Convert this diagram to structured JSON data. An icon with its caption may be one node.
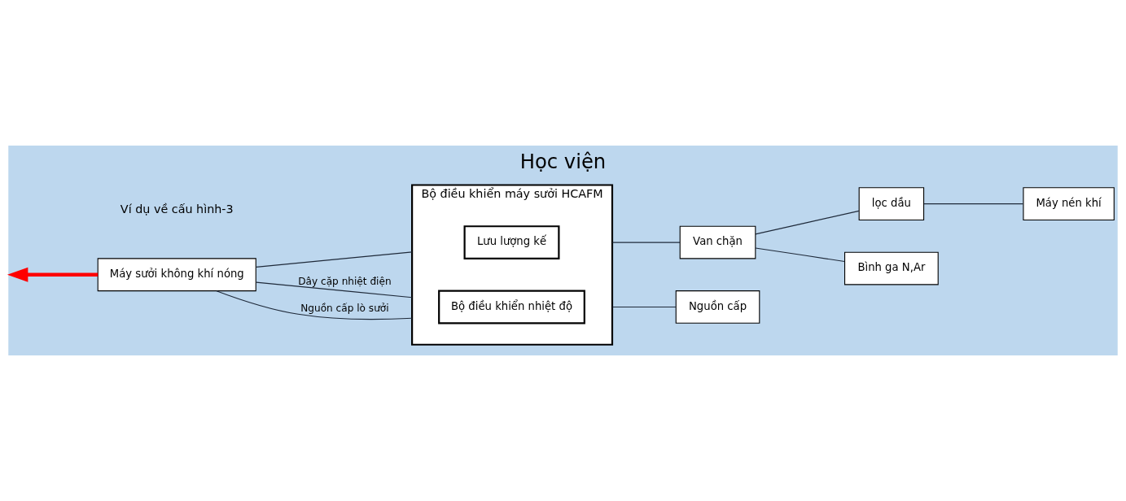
{
  "diagram": {
    "title": "Học viện",
    "nodes": [
      {
        "text": [
          "Bộ điều khiển máy sưởi HCAFM"
        ]
      },
      {
        "text": [
          "Lưu lượng kế"
        ],
        "in": 0
      },
      {
        "text": [
          "Bộ điều khiển nhiệt độ"
        ],
        "in": 0
      },
      {
        "text": [
          "Máy sưởi không khí nóng"
        ]
      },
      {
        "text": [
          "Van chặn"
        ]
      },
      {
        "text": [
          "lọc dầu"
        ]
      },
      {
        "text": [
          "Máy nén khí"
        ]
      },
      {
        "text": [
          "Bình ga N,Ar"
        ]
      },
      {
        "text": [
          "Nguồn cấp"
        ]
      }
    ],
    "edges": [
      {
        "from": 4,
        "to": 0,
        "arrow": "none"
      },
      {
        "from": 0,
        "to": 3,
        "arrow": "none"
      },
      {
        "from": 5,
        "to": 4,
        "arrow": "none"
      },
      {
        "from": 6,
        "to": 5,
        "arrow": "none"
      },
      {
        "from": 7,
        "to": 4,
        "arrow": "none"
      },
      {
        "from": 8,
        "to": 0,
        "arrow": "none"
      },
      {
        "from": 3,
        "to": 0,
        "arrow": "none",
        "label": "Dây cặp nhiệt điện"
      },
      {
        "from": 0,
        "to": 3,
        "arrow": "none",
        "label": "Nguồn cấp lò sưởi"
      },
      {
        "from": 3,
        "to": null,
        "arrow": "to",
        "style": "thick",
        "color": "#ff0000"
      }
    ],
    "labels": [
      "Ví dụ về cấu hình-3"
    ]
  }
}
